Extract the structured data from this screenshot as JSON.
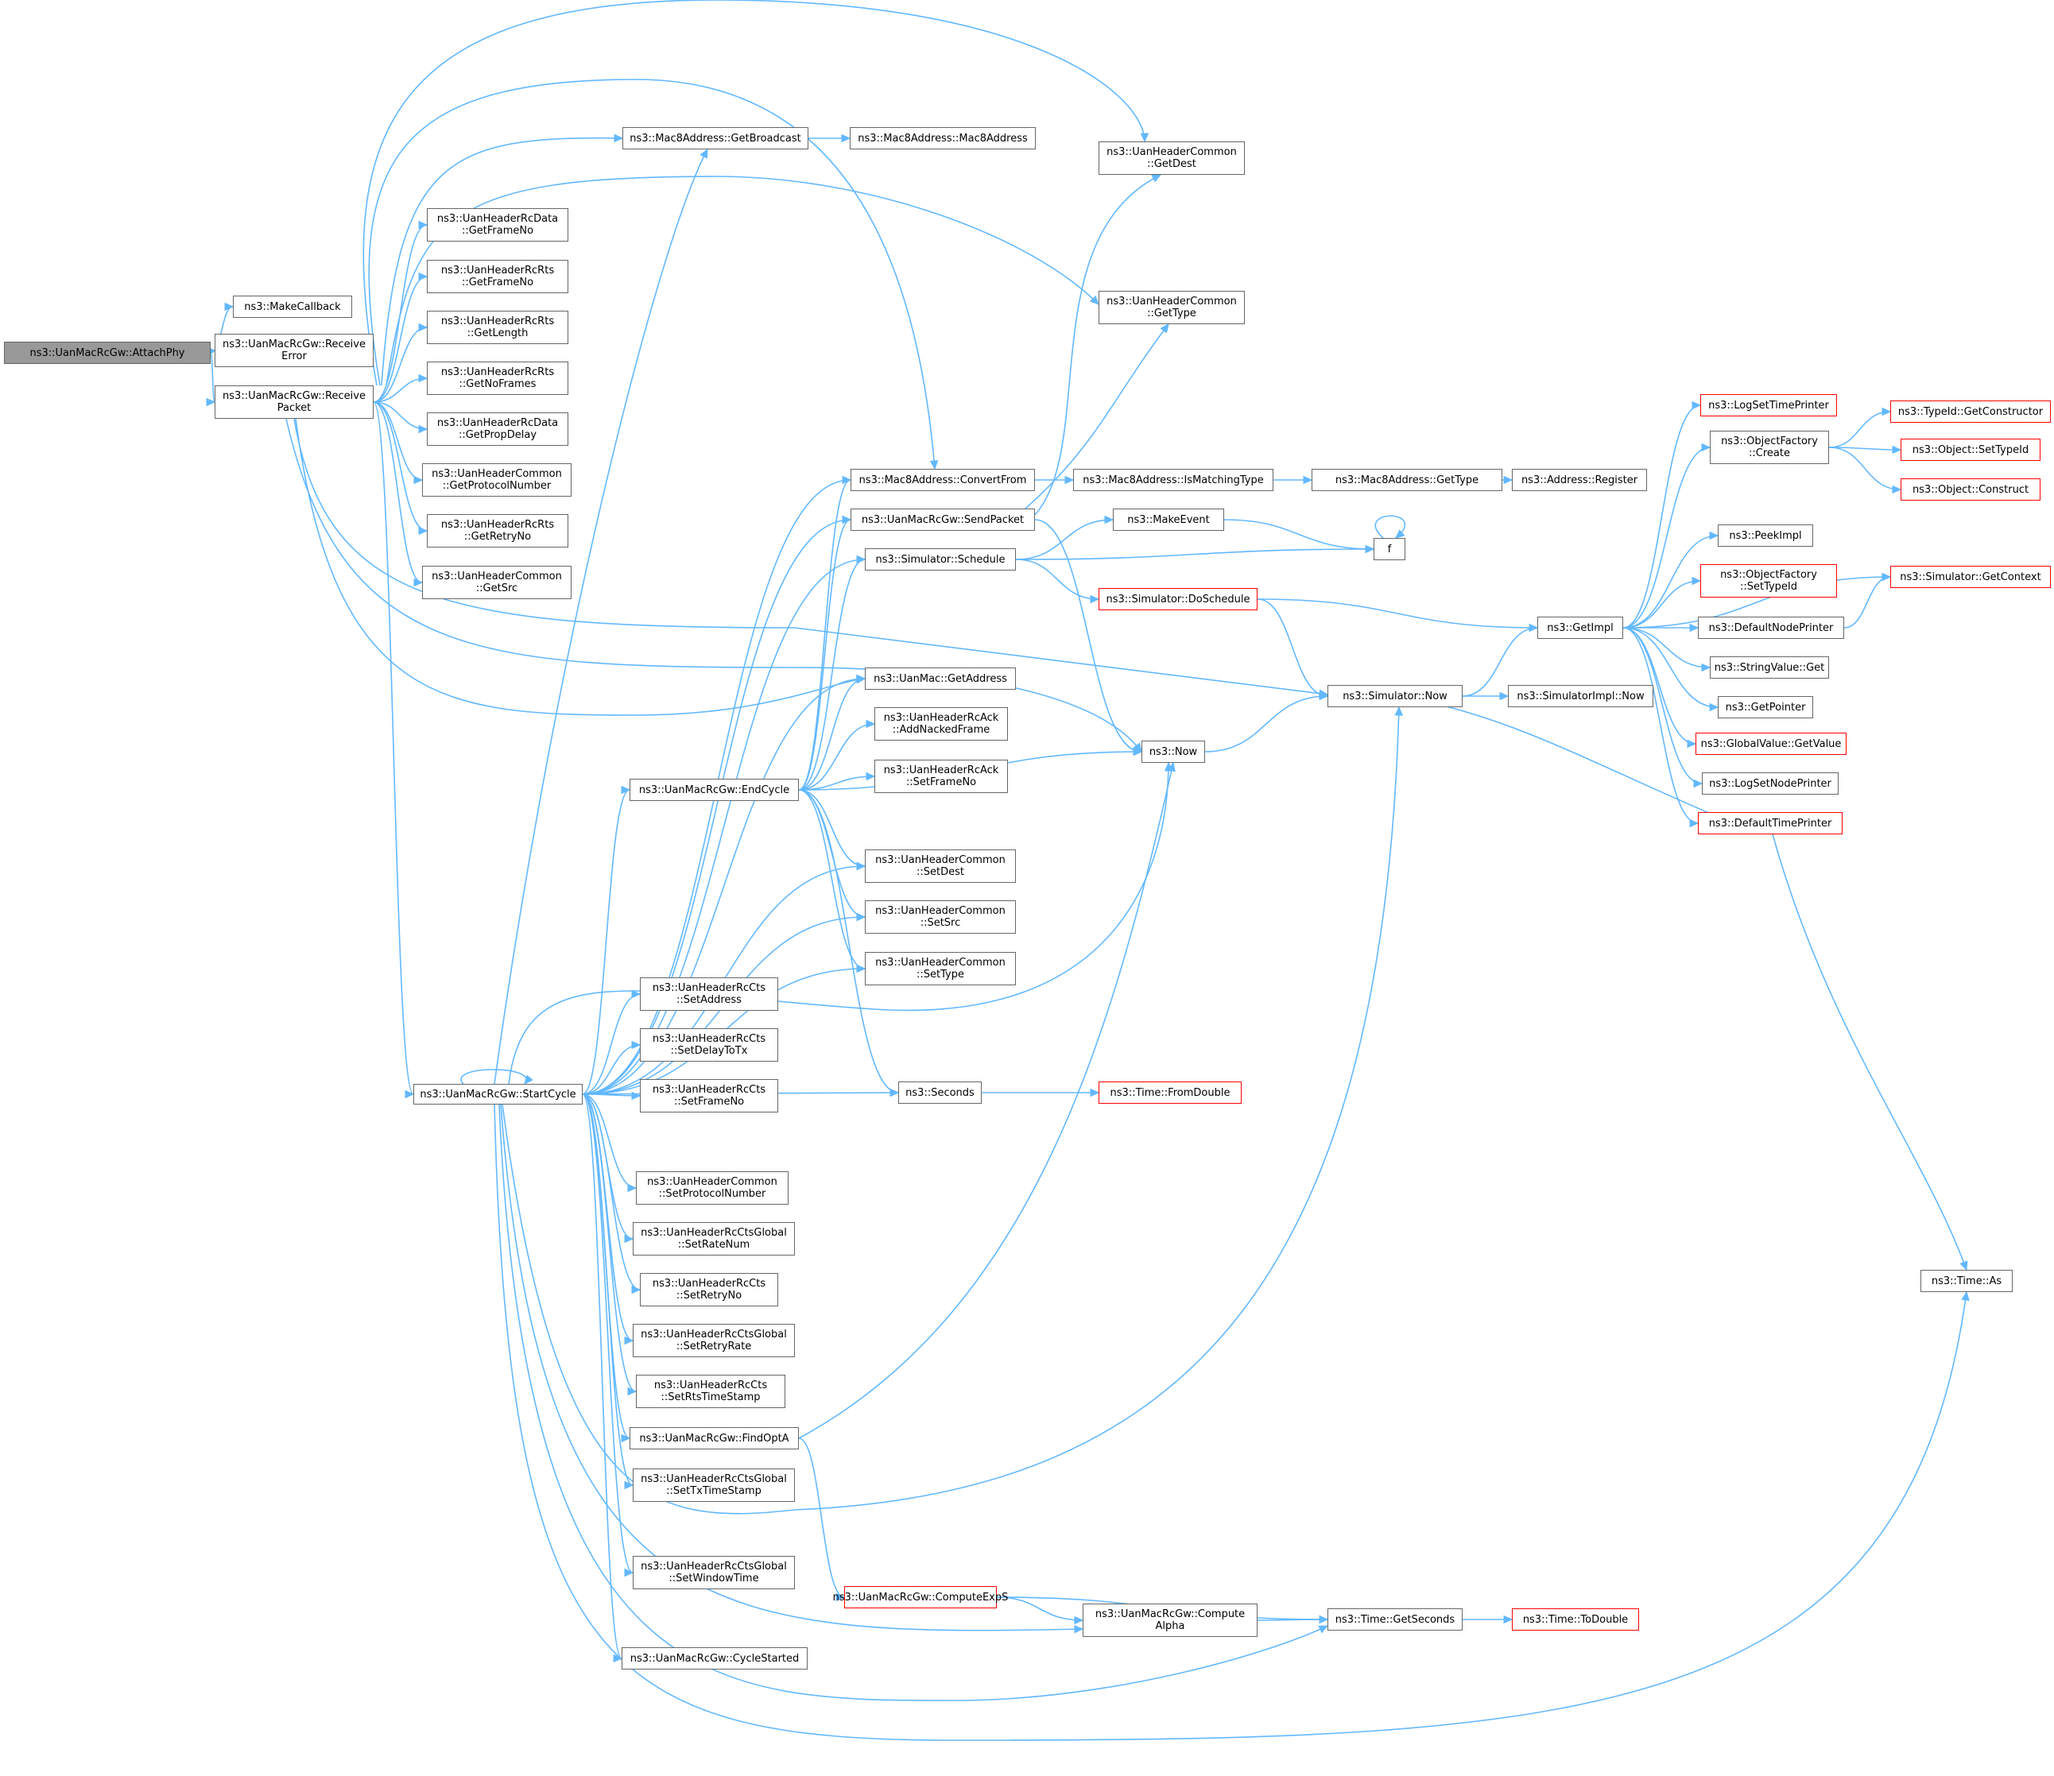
{
  "graph": {
    "colors": {
      "edge": "#63b8ff",
      "node_border": "#666666",
      "truncated_border": "#ff0000",
      "root_fill": "#999999"
    },
    "nodes": {
      "attachPhy": {
        "lines": [
          "ns3::UanMacRcGw::AttachPhy"
        ],
        "root": true
      },
      "makeCallback": {
        "lines": [
          "ns3::MakeCallback"
        ]
      },
      "receiveError": {
        "lines": [
          "ns3::UanMacRcGw::Receive",
          "Error"
        ]
      },
      "receivePacket": {
        "lines": [
          "ns3::UanMacRcGw::Receive",
          "Packet"
        ]
      },
      "startCycle": {
        "lines": [
          "ns3::UanMacRcGw::StartCycle"
        ]
      },
      "getBroadcast": {
        "lines": [
          "ns3::Mac8Address::GetBroadcast"
        ]
      },
      "mac8Ctor": {
        "lines": [
          "ns3::Mac8Address::Mac8Address"
        ]
      },
      "hdrGetDest": {
        "lines": [
          "ns3::UanHeaderCommon",
          "::GetDest"
        ]
      },
      "hdrGetType": {
        "lines": [
          "ns3::UanHeaderCommon",
          "::GetType"
        ]
      },
      "dataGetFrameNo": {
        "lines": [
          "ns3::UanHeaderRcData",
          "::GetFrameNo"
        ]
      },
      "rtsGetFrameNo": {
        "lines": [
          "ns3::UanHeaderRcRts",
          "::GetFrameNo"
        ]
      },
      "rtsGetLength": {
        "lines": [
          "ns3::UanHeaderRcRts",
          "::GetLength"
        ]
      },
      "rtsGetNoFrames": {
        "lines": [
          "ns3::UanHeaderRcRts",
          "::GetNoFrames"
        ]
      },
      "dataGetPropDelay": {
        "lines": [
          "ns3::UanHeaderRcData",
          "::GetPropDelay"
        ]
      },
      "hdrGetProtocolNumber": {
        "lines": [
          "ns3::UanHeaderCommon",
          "::GetProtocolNumber"
        ]
      },
      "rtsGetRetryNo": {
        "lines": [
          "ns3::UanHeaderRcRts",
          "::GetRetryNo"
        ]
      },
      "hdrGetSrc": {
        "lines": [
          "ns3::UanHeaderCommon",
          "::GetSrc"
        ]
      },
      "convertFrom": {
        "lines": [
          "ns3::Mac8Address::ConvertFrom"
        ]
      },
      "sendPacket": {
        "lines": [
          "ns3::UanMacRcGw::SendPacket"
        ]
      },
      "simSchedule": {
        "lines": [
          "ns3::Simulator::Schedule"
        ]
      },
      "uanMacGetAddress": {
        "lines": [
          "ns3::UanMac::GetAddress"
        ]
      },
      "ackAddNacked": {
        "lines": [
          "ns3::UanHeaderRcAck",
          "::AddNackedFrame"
        ]
      },
      "ackSetFrameNo": {
        "lines": [
          "ns3::UanHeaderRcAck",
          "::SetFrameNo"
        ]
      },
      "endCycle": {
        "lines": [
          "ns3::UanMacRcGw::EndCycle"
        ]
      },
      "hdrSetDest": {
        "lines": [
          "ns3::UanHeaderCommon",
          "::SetDest"
        ]
      },
      "hdrSetSrc": {
        "lines": [
          "ns3::UanHeaderCommon",
          "::SetSrc"
        ]
      },
      "hdrSetType": {
        "lines": [
          "ns3::UanHeaderCommon",
          "::SetType"
        ]
      },
      "ctsSetAddress": {
        "lines": [
          "ns3::UanHeaderRcCts",
          "::SetAddress"
        ]
      },
      "ctsSetDelayToTx": {
        "lines": [
          "ns3::UanHeaderRcCts",
          "::SetDelayToTx"
        ]
      },
      "ctsSetFrameNo": {
        "lines": [
          "ns3::UanHeaderRcCts",
          "::SetFrameNo"
        ]
      },
      "seconds": {
        "lines": [
          "ns3::Seconds"
        ]
      },
      "hdrSetProtocolNumber": {
        "lines": [
          "ns3::UanHeaderCommon",
          "::SetProtocolNumber"
        ]
      },
      "ctsgSetRateNum": {
        "lines": [
          "ns3::UanHeaderRcCtsGlobal",
          "::SetRateNum"
        ]
      },
      "ctsSetRetryNo": {
        "lines": [
          "ns3::UanHeaderRcCts",
          "::SetRetryNo"
        ]
      },
      "ctsgSetRetryRate": {
        "lines": [
          "ns3::UanHeaderRcCtsGlobal",
          "::SetRetryRate"
        ]
      },
      "ctsSetRtsTimeStamp": {
        "lines": [
          "ns3::UanHeaderRcCts",
          "::SetRtsTimeStamp"
        ]
      },
      "findOptA": {
        "lines": [
          "ns3::UanMacRcGw::FindOptA"
        ]
      },
      "ctsgSetTxTimeStamp": {
        "lines": [
          "ns3::UanHeaderRcCtsGlobal",
          "::SetTxTimeStamp"
        ]
      },
      "ctsgSetWindowTime": {
        "lines": [
          "ns3::UanHeaderRcCtsGlobal",
          "::SetWindowTime"
        ]
      },
      "cycleStarted": {
        "lines": [
          "ns3::UanMacRcGw::CycleStarted"
        ]
      },
      "computeExpS": {
        "lines": [
          "ns3::UanMacRcGw::ComputeExpS"
        ],
        "red": true
      },
      "computeAlpha": {
        "lines": [
          "ns3::UanMacRcGw::Compute",
          "Alpha"
        ]
      },
      "makeEvent": {
        "lines": [
          "ns3::MakeEvent"
        ]
      },
      "f": {
        "lines": [
          "f"
        ]
      },
      "doSchedule": {
        "lines": [
          "ns3::Simulator::DoSchedule"
        ],
        "red": true
      },
      "isMatchingType": {
        "lines": [
          "ns3::Mac8Address::IsMatchingType"
        ]
      },
      "mac8GetType": {
        "lines": [
          "ns3::Mac8Address::GetType"
        ]
      },
      "addrRegister": {
        "lines": [
          "ns3::Address::Register"
        ]
      },
      "simNow": {
        "lines": [
          "ns3::Simulator::Now"
        ]
      },
      "simImplNow": {
        "lines": [
          "ns3::SimulatorImpl::Now"
        ]
      },
      "now": {
        "lines": [
          "ns3::Now"
        ]
      },
      "timeFromDouble": {
        "lines": [
          "ns3::Time::FromDouble"
        ],
        "red": true
      },
      "timeGetSeconds": {
        "lines": [
          "ns3::Time::GetSeconds"
        ]
      },
      "timeToDouble": {
        "lines": [
          "ns3::Time::ToDouble"
        ],
        "red": true
      },
      "getImpl": {
        "lines": [
          "ns3::GetImpl"
        ]
      },
      "logSetTimePrinter": {
        "lines": [
          "ns3::LogSetTimePrinter"
        ],
        "red": true
      },
      "objFactoryCreate": {
        "lines": [
          "ns3::ObjectFactory",
          "::Create"
        ]
      },
      "peekImpl": {
        "lines": [
          "ns3::PeekImpl"
        ]
      },
      "objFactorySetTypeId": {
        "lines": [
          "ns3::ObjectFactory",
          "::SetTypeId"
        ],
        "red": true
      },
      "defaultNodePrinter": {
        "lines": [
          "ns3::DefaultNodePrinter"
        ]
      },
      "stringValueGet": {
        "lines": [
          "ns3::StringValue::Get"
        ]
      },
      "getPointer": {
        "lines": [
          "ns3::GetPointer"
        ]
      },
      "globalValueGetValue": {
        "lines": [
          "ns3::GlobalValue::GetValue"
        ],
        "red": true
      },
      "logSetNodePrinter": {
        "lines": [
          "ns3::LogSetNodePrinter"
        ]
      },
      "defaultTimePrinter": {
        "lines": [
          "ns3::DefaultTimePrinter"
        ],
        "red": true
      },
      "typeIdGetConstructor": {
        "lines": [
          "ns3::TypeId::GetConstructor"
        ],
        "red": true
      },
      "objectSetTypeId": {
        "lines": [
          "ns3::Object::SetTypeId"
        ],
        "red": true
      },
      "objectConstruct": {
        "lines": [
          "ns3::Object::Construct"
        ],
        "red": true
      },
      "simGetContext": {
        "lines": [
          "ns3::Simulator::GetContext"
        ],
        "red": true
      },
      "timeAs": {
        "lines": [
          "ns3::Time::As"
        ]
      }
    },
    "edges": [
      [
        "attachPhy",
        "makeCallback"
      ],
      [
        "attachPhy",
        "receiveError"
      ],
      [
        "attachPhy",
        "receivePacket"
      ],
      [
        "receivePacket",
        "getBroadcast"
      ],
      [
        "receivePacket",
        "hdrGetDest"
      ],
      [
        "receivePacket",
        "hdrGetType"
      ],
      [
        "receivePacket",
        "convertFrom"
      ],
      [
        "receivePacket",
        "dataGetFrameNo"
      ],
      [
        "receivePacket",
        "rtsGetFrameNo"
      ],
      [
        "receivePacket",
        "rtsGetLength"
      ],
      [
        "receivePacket",
        "rtsGetNoFrames"
      ],
      [
        "receivePacket",
        "dataGetPropDelay"
      ],
      [
        "receivePacket",
        "hdrGetProtocolNumber"
      ],
      [
        "receivePacket",
        "rtsGetRetryNo"
      ],
      [
        "receivePacket",
        "hdrGetSrc"
      ],
      [
        "receivePacket",
        "simNow"
      ],
      [
        "receivePacket",
        "now"
      ],
      [
        "receivePacket",
        "uanMacGetAddress"
      ],
      [
        "receivePacket",
        "startCycle"
      ],
      [
        "getBroadcast",
        "mac8Ctor"
      ],
      [
        "startCycle",
        "startCycle"
      ],
      [
        "startCycle",
        "getBroadcast"
      ],
      [
        "startCycle",
        "convertFrom"
      ],
      [
        "startCycle",
        "sendPacket"
      ],
      [
        "startCycle",
        "simSchedule"
      ],
      [
        "startCycle",
        "uanMacGetAddress"
      ],
      [
        "startCycle",
        "endCycle"
      ],
      [
        "startCycle",
        "hdrSetDest"
      ],
      [
        "startCycle",
        "hdrSetSrc"
      ],
      [
        "startCycle",
        "hdrSetType"
      ],
      [
        "startCycle",
        "now"
      ],
      [
        "startCycle",
        "ctsSetAddress"
      ],
      [
        "startCycle",
        "ctsSetDelayToTx"
      ],
      [
        "startCycle",
        "ctsSetFrameNo"
      ],
      [
        "startCycle",
        "seconds"
      ],
      [
        "startCycle",
        "hdrSetProtocolNumber"
      ],
      [
        "startCycle",
        "ctsgSetRateNum"
      ],
      [
        "startCycle",
        "ctsSetRetryNo"
      ],
      [
        "startCycle",
        "ctsgSetRetryRate"
      ],
      [
        "startCycle",
        "ctsSetRtsTimeStamp"
      ],
      [
        "startCycle",
        "findOptA"
      ],
      [
        "startCycle",
        "ctsgSetTxTimeStamp"
      ],
      [
        "startCycle",
        "simNow"
      ],
      [
        "startCycle",
        "ctsgSetWindowTime"
      ],
      [
        "startCycle",
        "computeAlpha"
      ],
      [
        "startCycle",
        "cycleStarted"
      ],
      [
        "startCycle",
        "timeGetSeconds"
      ],
      [
        "startCycle",
        "timeAs"
      ],
      [
        "endCycle",
        "convertFrom"
      ],
      [
        "endCycle",
        "sendPacket"
      ],
      [
        "endCycle",
        "simSchedule"
      ],
      [
        "endCycle",
        "uanMacGetAddress"
      ],
      [
        "endCycle",
        "ackAddNacked"
      ],
      [
        "endCycle",
        "ackSetFrameNo"
      ],
      [
        "endCycle",
        "now"
      ],
      [
        "endCycle",
        "hdrSetDest"
      ],
      [
        "endCycle",
        "hdrSetSrc"
      ],
      [
        "endCycle",
        "hdrSetType"
      ],
      [
        "endCycle",
        "seconds"
      ],
      [
        "sendPacket",
        "hdrGetDest"
      ],
      [
        "sendPacket",
        "hdrGetType"
      ],
      [
        "sendPacket",
        "now"
      ],
      [
        "convertFrom",
        "isMatchingType"
      ],
      [
        "isMatchingType",
        "mac8GetType"
      ],
      [
        "mac8GetType",
        "addrRegister"
      ],
      [
        "simSchedule",
        "makeEvent"
      ],
      [
        "simSchedule",
        "f"
      ],
      [
        "simSchedule",
        "doSchedule"
      ],
      [
        "makeEvent",
        "f"
      ],
      [
        "f",
        "f"
      ],
      [
        "doSchedule",
        "getImpl"
      ],
      [
        "doSchedule",
        "simNow"
      ],
      [
        "now",
        "simNow"
      ],
      [
        "simNow",
        "getImpl"
      ],
      [
        "simNow",
        "simImplNow"
      ],
      [
        "seconds",
        "timeFromDouble"
      ],
      [
        "findOptA",
        "now"
      ],
      [
        "findOptA",
        "computeExpS"
      ],
      [
        "computeExpS",
        "computeAlpha"
      ],
      [
        "computeExpS",
        "timeGetSeconds"
      ],
      [
        "computeAlpha",
        "timeGetSeconds"
      ],
      [
        "timeGetSeconds",
        "timeToDouble"
      ],
      [
        "getImpl",
        "logSetTimePrinter"
      ],
      [
        "getImpl",
        "objFactoryCreate"
      ],
      [
        "getImpl",
        "peekImpl"
      ],
      [
        "getImpl",
        "objFactorySetTypeId"
      ],
      [
        "getImpl",
        "defaultNodePrinter"
      ],
      [
        "getImpl",
        "stringValueGet"
      ],
      [
        "getImpl",
        "getPointer"
      ],
      [
        "getImpl",
        "globalValueGetValue"
      ],
      [
        "getImpl",
        "logSetNodePrinter"
      ],
      [
        "getImpl",
        "defaultTimePrinter"
      ],
      [
        "getImpl",
        "simGetContext"
      ],
      [
        "objFactoryCreate",
        "typeIdGetConstructor"
      ],
      [
        "objFactoryCreate",
        "objectSetTypeId"
      ],
      [
        "objFactoryCreate",
        "objectConstruct"
      ],
      [
        "defaultNodePrinter",
        "simGetContext"
      ],
      [
        "defaultTimePrinter",
        "simNow"
      ],
      [
        "defaultTimePrinter",
        "timeAs"
      ]
    ]
  }
}
